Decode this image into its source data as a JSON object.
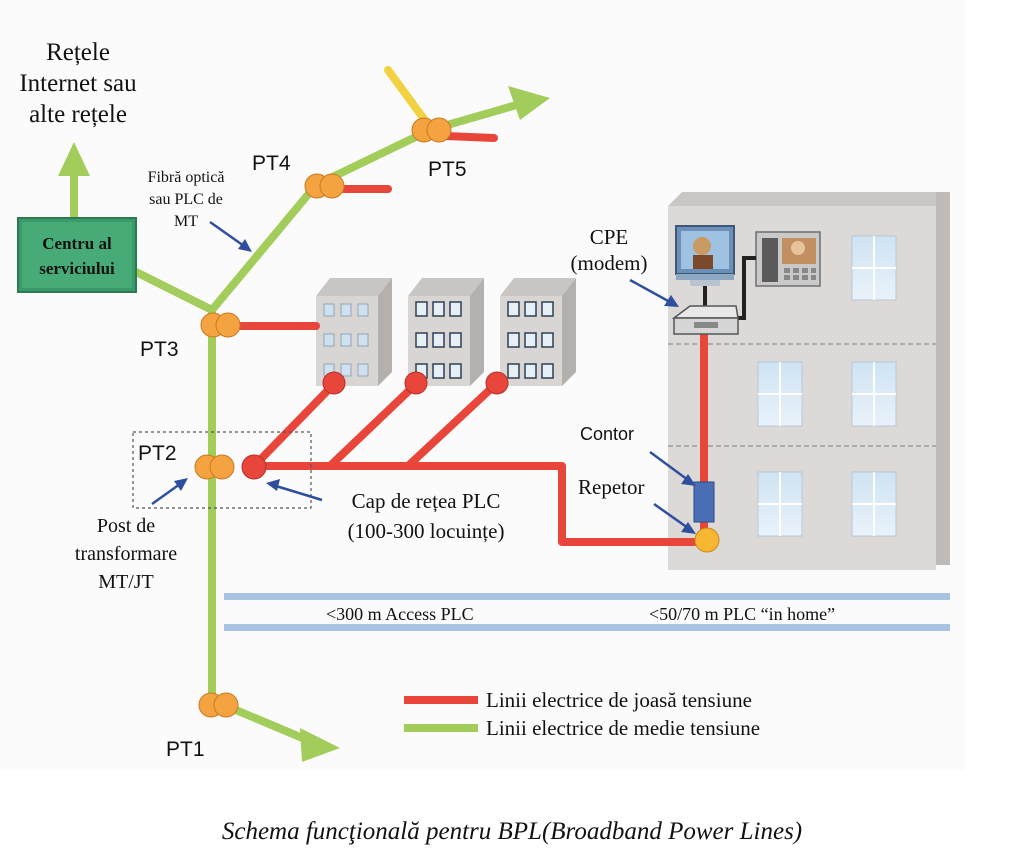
{
  "labels": {
    "networks": [
      "Rețele",
      "Internet sau",
      "alte rețele"
    ],
    "service_center": [
      "Centru al",
      "serviciului"
    ],
    "fiber": [
      "Fibră optică",
      "sau PLC de",
      "MT"
    ],
    "pt1": "PT1",
    "pt2": "PT2",
    "pt3": "PT3",
    "pt4": "PT4",
    "pt5": "PT5",
    "cpe": [
      "CPE",
      "(modem)"
    ],
    "contor": "Contor",
    "repetor": "Repetor",
    "post": [
      "Post de",
      "transformare",
      "MT/JT"
    ],
    "cap_retea": [
      "Cap de rețea PLC",
      "(100-300 locuințe)"
    ],
    "access_plc": "<300 m Access PLC",
    "in_home": "<50/70 m PLC “in home”"
  },
  "legend": {
    "low_voltage": "Linii electrice de joasă tensiune",
    "medium_voltage": "Linii electrice de medie tensiune"
  },
  "caption": "Schema funcţională pentru BPL(Broadband Power Lines)",
  "colors": {
    "low_voltage": "#e8463a",
    "medium_voltage": "#a3cd5a",
    "transformer": "#f4a340",
    "service_center": "#3a9a6a",
    "arrow_blue": "#2f4f9e",
    "band_blue": "#a9c3e0"
  }
}
